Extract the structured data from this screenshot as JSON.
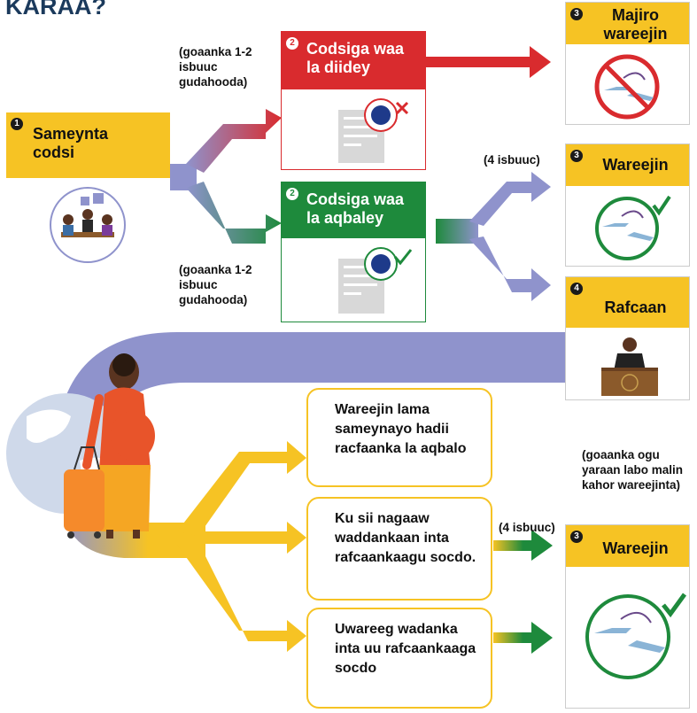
{
  "title": "KARAA?",
  "step1": {
    "number": "1",
    "label": "Sameynta codsi",
    "illustration": "people-at-table-illustration"
  },
  "rejected": {
    "number": "2",
    "label": "Codsiga waa la diidey",
    "note": "(goaanka 1-2 isbuuc gudahooda)",
    "color": "#d92b2e"
  },
  "accepted": {
    "number": "2",
    "label": "Codsiga waa la aqbaley",
    "note": "(goaanka 1-2 isbuuc gudahooda)",
    "color": "#1e8a3c"
  },
  "no_transfer": {
    "number": "3",
    "label": "Majiro wareejin"
  },
  "transfer_top": {
    "number": "3",
    "label": "Wareejin",
    "note": "(4 isbuuc)"
  },
  "appeal": {
    "number": "4",
    "label": "Rafcaan"
  },
  "options": [
    {
      "text": "Wareejin lama sameynayo hadii racfaanka la aqbalo"
    },
    {
      "text": "Ku sii nagaaw waddankaan inta rafcaankaagu socdo.",
      "note": "(4 isbuuc)"
    },
    {
      "text": "Uwareeg wadanka inta uu rafcaankaaga socdo"
    }
  ],
  "transfer_bottom": {
    "number": "3",
    "label": "Wareejin",
    "note": "(goaanka ogu yaraan labo malin kahor wareejinta)"
  },
  "colors": {
    "yellow": "#f6c324",
    "red": "#d92b2e",
    "green": "#1e8a3c",
    "lavender": "#8f93cc",
    "navy": "#1b3a5c"
  }
}
